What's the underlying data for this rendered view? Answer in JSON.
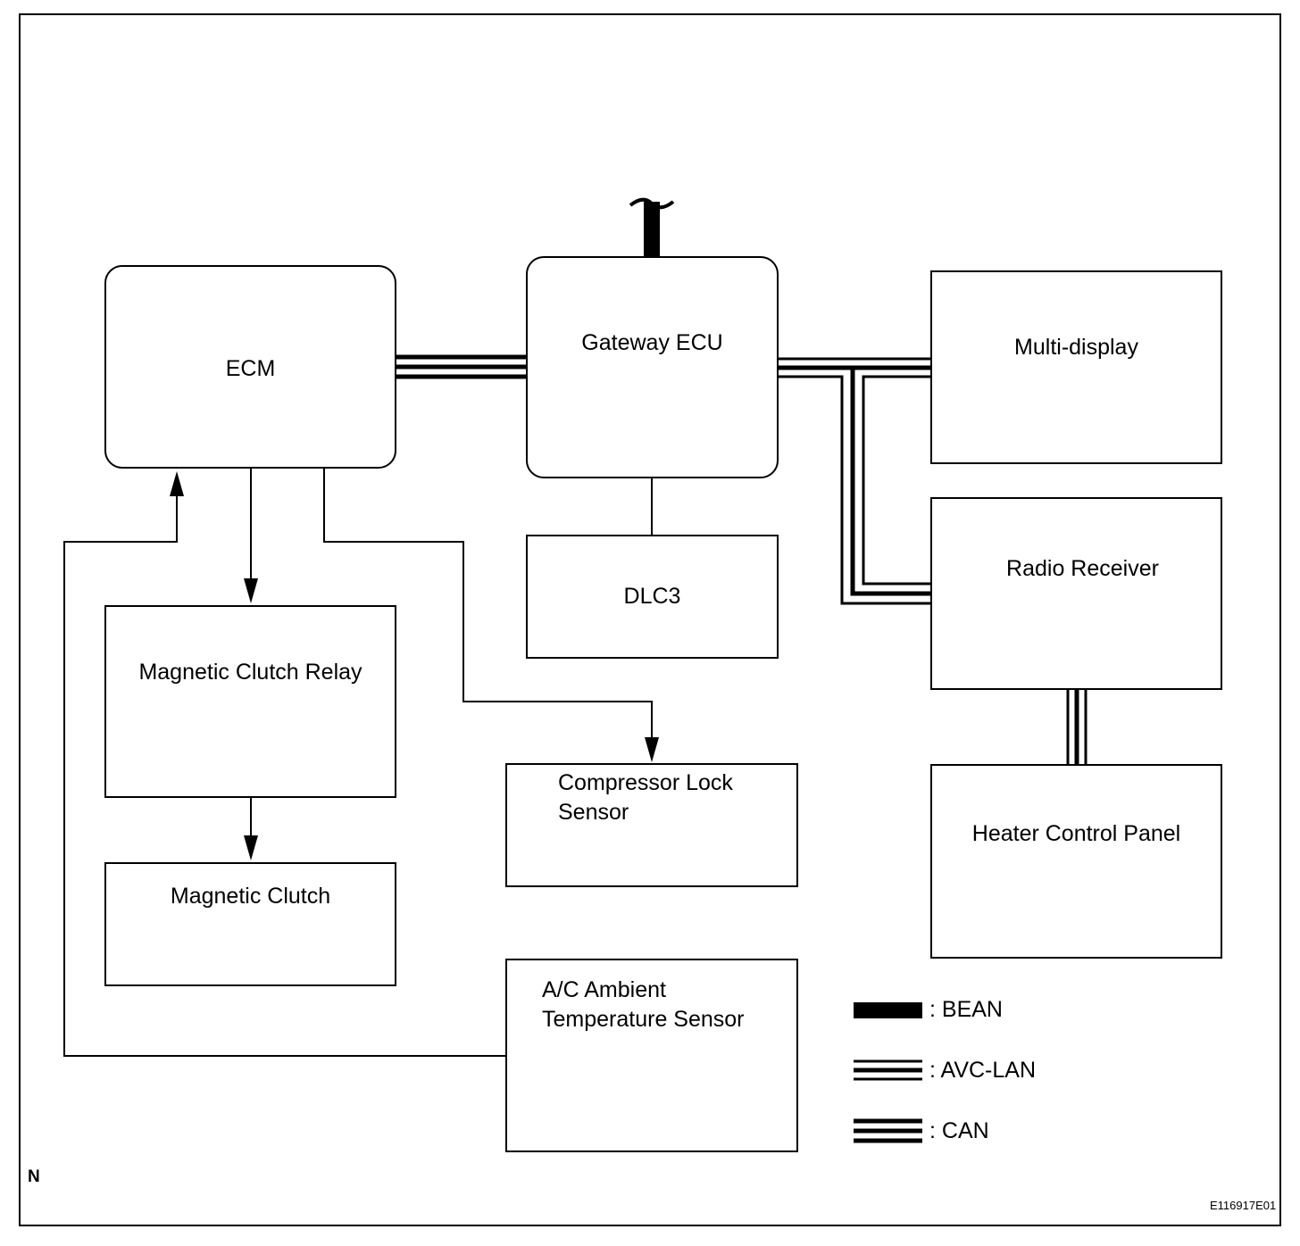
{
  "nodes": {
    "ecm": "ECM",
    "gateway": "Gateway ECU",
    "multidisplay": "Multi-display",
    "dlc3": "DLC3",
    "radio": "Radio Receiver",
    "relay": "Magnetic Clutch Relay",
    "clutch": "Magnetic Clutch",
    "compressor_line1": "Compressor Lock",
    "compressor_line2": "Sensor",
    "heater": "Heater Control Panel",
    "ambient_line1": "A/C Ambient",
    "ambient_line2": "Temperature Sensor"
  },
  "legend": {
    "bean": ":  BEAN",
    "avclan": ":  AVC-LAN",
    "can": ":  CAN"
  },
  "corner_mark": "N",
  "figure_code": "E116917E01"
}
